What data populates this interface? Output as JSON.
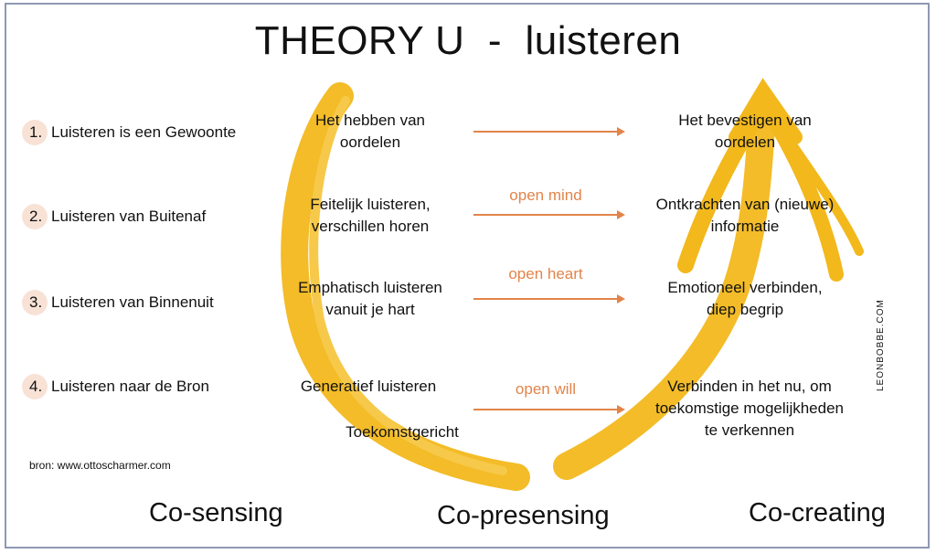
{
  "title": "THEORY U  -  luisteren",
  "levels": [
    {
      "number": "1.",
      "label": "Luisteren is een Gewoonte"
    },
    {
      "number": "2.",
      "label": "Luisteren van Buitenaf"
    },
    {
      "number": "3.",
      "label": "Luisteren van Binnenuit"
    },
    {
      "number": "4.",
      "label": "Luisteren naar de Bron"
    }
  ],
  "left_column": [
    {
      "line1": "Het hebben van",
      "line2": "oordelen"
    },
    {
      "line1": "Feitelijk luisteren,",
      "line2": "verschillen horen"
    },
    {
      "line1": "Emphatisch luisteren",
      "line2": "vanuit je hart"
    },
    {
      "line1": "Generatief luisteren",
      "line2": "Toekomstgericht"
    }
  ],
  "openings": [
    "",
    "open mind",
    "open heart",
    "open will"
  ],
  "right_column": [
    {
      "lines": [
        "Het bevestigen van",
        "oordelen"
      ]
    },
    {
      "lines": [
        "Ontkrachten van (nieuwe)",
        "informatie"
      ]
    },
    {
      "lines": [
        "Emotioneel verbinden,",
        "diep begrip"
      ]
    },
    {
      "lines": [
        "Verbinden in het nu, om",
        "toekomstige mogelijkheden",
        "te verkennen"
      ]
    }
  ],
  "phases": [
    "Co-sensing",
    "Co-presensing",
    "Co-creating"
  ],
  "source": "bron: www.ottoscharmer.com",
  "brand": "LEONBOBBE.COM",
  "colors": {
    "accent": "#e2844a",
    "u_stroke": "#f2b81c",
    "badge": "#f8e2d6",
    "frame": "#8f98b3"
  }
}
